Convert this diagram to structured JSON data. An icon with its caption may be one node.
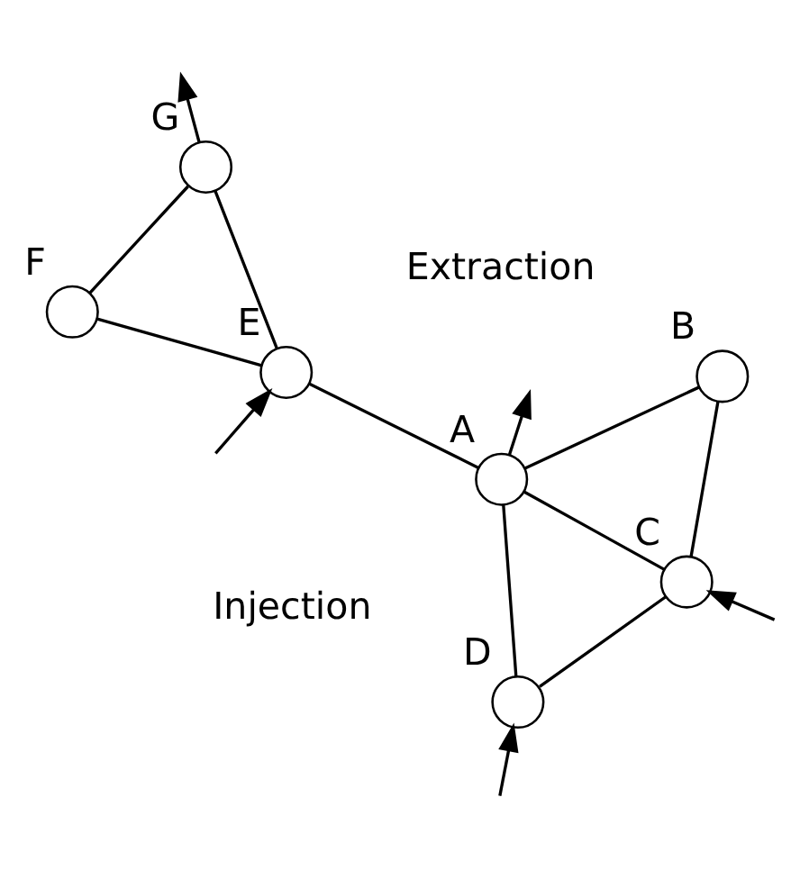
{
  "diagram": {
    "nodes": [
      {
        "text": [],
        "shape": "circle",
        "beside": [
          "C"
        ]
      },
      {
        "text": [],
        "shape": "circle",
        "beside": [
          "B"
        ]
      },
      {
        "text": [],
        "shape": "circle",
        "beside": [
          "D"
        ]
      },
      {
        "text": [],
        "shape": "circle",
        "beside": [
          "A"
        ]
      },
      {
        "text": [],
        "shape": "circle",
        "beside": [
          "E"
        ]
      },
      {
        "text": [],
        "shape": "circle",
        "beside": [
          "G"
        ]
      },
      {
        "text": [],
        "shape": "circle",
        "beside": [
          "F"
        ]
      }
    ],
    "edges": [
      {
        "from": null,
        "to": 0,
        "arrow": "to"
      },
      {
        "from": null,
        "to": 2,
        "arrow": "to"
      },
      {
        "from": 0,
        "to": 1,
        "arrow": "none"
      },
      {
        "from": 0,
        "to": 2,
        "arrow": "none"
      },
      {
        "from": 0,
        "to": 3,
        "arrow": "none"
      },
      {
        "from": 1,
        "to": 3,
        "arrow": "none"
      },
      {
        "from": 2,
        "to": 3,
        "arrow": "none"
      },
      {
        "from": 3,
        "to": null,
        "arrow": "to"
      },
      {
        "from": 3,
        "to": 4,
        "arrow": "none"
      },
      {
        "from": null,
        "to": 4,
        "arrow": "to"
      },
      {
        "from": 4,
        "to": 5,
        "arrow": "none"
      },
      {
        "from": 4,
        "to": 6,
        "arrow": "none"
      },
      {
        "from": 6,
        "to": 5,
        "arrow": "none"
      },
      {
        "from": 5,
        "to": null,
        "arrow": "to"
      }
    ],
    "legend": [
      {
        "text": "Injection"
      },
      {
        "text": "Extraction"
      }
    ]
  }
}
